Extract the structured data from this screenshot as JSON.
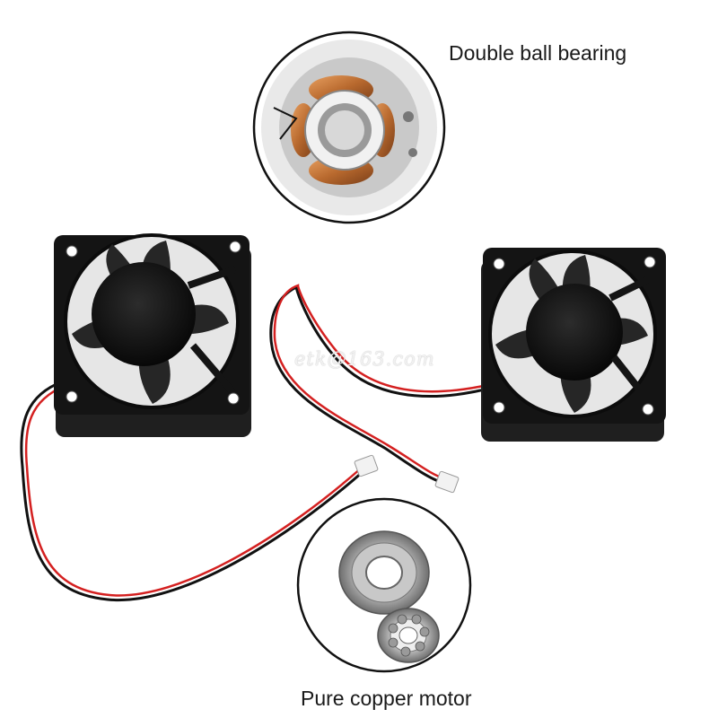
{
  "captions": {
    "bearing_label": "Double ball bearing",
    "motor_label": "Pure copper motor"
  },
  "watermark": {
    "text": "etk@163.com"
  },
  "colors": {
    "fan_body": "#141414",
    "wire_red": "#d42020",
    "wire_black": "#111111",
    "copper": "#b8692e",
    "background": "#ffffff"
  },
  "icons": [
    "cooling-fan-left",
    "cooling-fan-right",
    "stator-motor-closeup",
    "ball-bearing-closeup",
    "wire-connector"
  ]
}
